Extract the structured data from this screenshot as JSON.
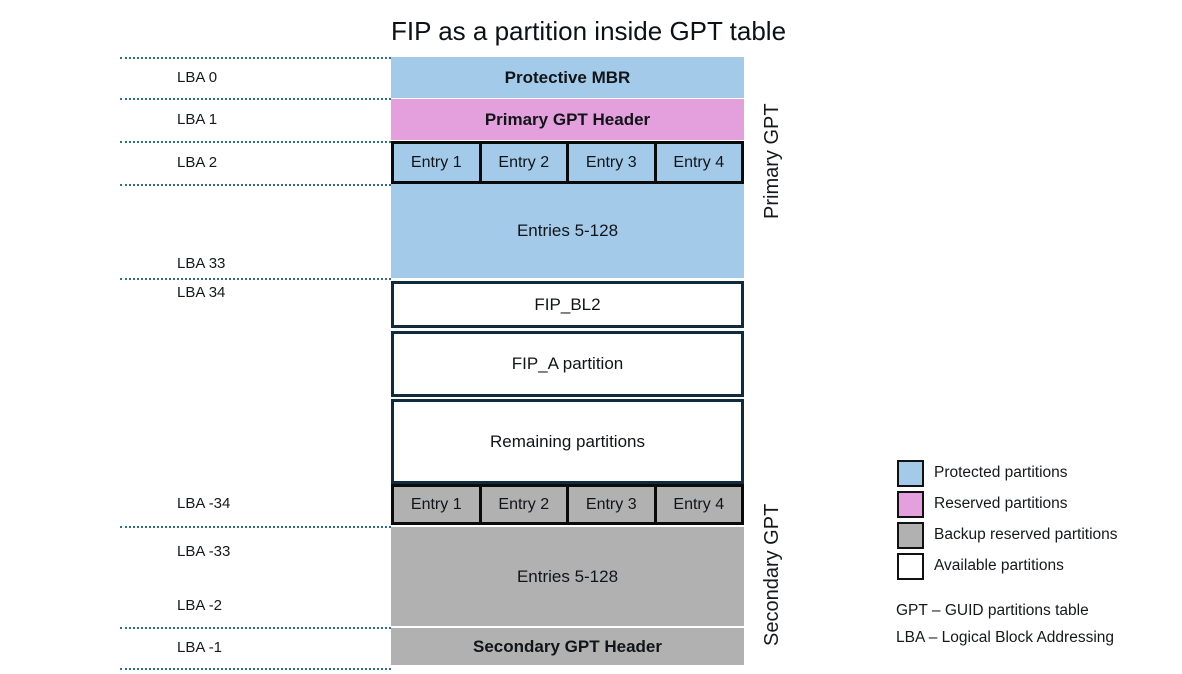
{
  "title": "FIP as a partition inside GPT table",
  "lba_labels": [
    "LBA 0",
    "LBA 1",
    "LBA 2",
    "LBA 33",
    "LBA 34",
    "LBA -34",
    "LBA -33",
    "LBA -2",
    "LBA -1"
  ],
  "blocks": {
    "protective_mbr": "Protective MBR",
    "primary_gpt_header": "Primary GPT Header",
    "primary_entries": [
      "Entry 1",
      "Entry 2",
      "Entry 3",
      "Entry 4"
    ],
    "primary_entries_rest": "Entries 5-128",
    "fip_bl2": "FIP_BL2",
    "fip_a": "FIP_A partition",
    "remaining": "Remaining partitions",
    "secondary_entries": [
      "Entry 1",
      "Entry 2",
      "Entry 3",
      "Entry 4"
    ],
    "secondary_entries_rest": "Entries 5-128",
    "secondary_gpt_header": "Secondary GPT Header"
  },
  "side_labels": {
    "primary": "Primary GPT",
    "secondary": "Secondary GPT"
  },
  "legend": {
    "items": [
      {
        "label": "Protected partitions",
        "color": "#a3cbe9"
      },
      {
        "label": "Reserved partitions",
        "color": "#e4a0dd"
      },
      {
        "label": "Backup reserved partitions",
        "color": "#b1b1b1"
      },
      {
        "label": "Available partitions",
        "color": "#ffffff"
      }
    ]
  },
  "footnotes": [
    "GPT – GUID partitions table",
    "LBA – Logical Block Addressing"
  ],
  "colors": {
    "protected": "#a3cbe9",
    "reserved": "#e4a0dd",
    "backup_reserved": "#b1b1b1",
    "available": "#ffffff",
    "block_border": "#0f2b3d",
    "entry_border": "#0a0a0a",
    "dotted_line": "#2f6e8c"
  }
}
